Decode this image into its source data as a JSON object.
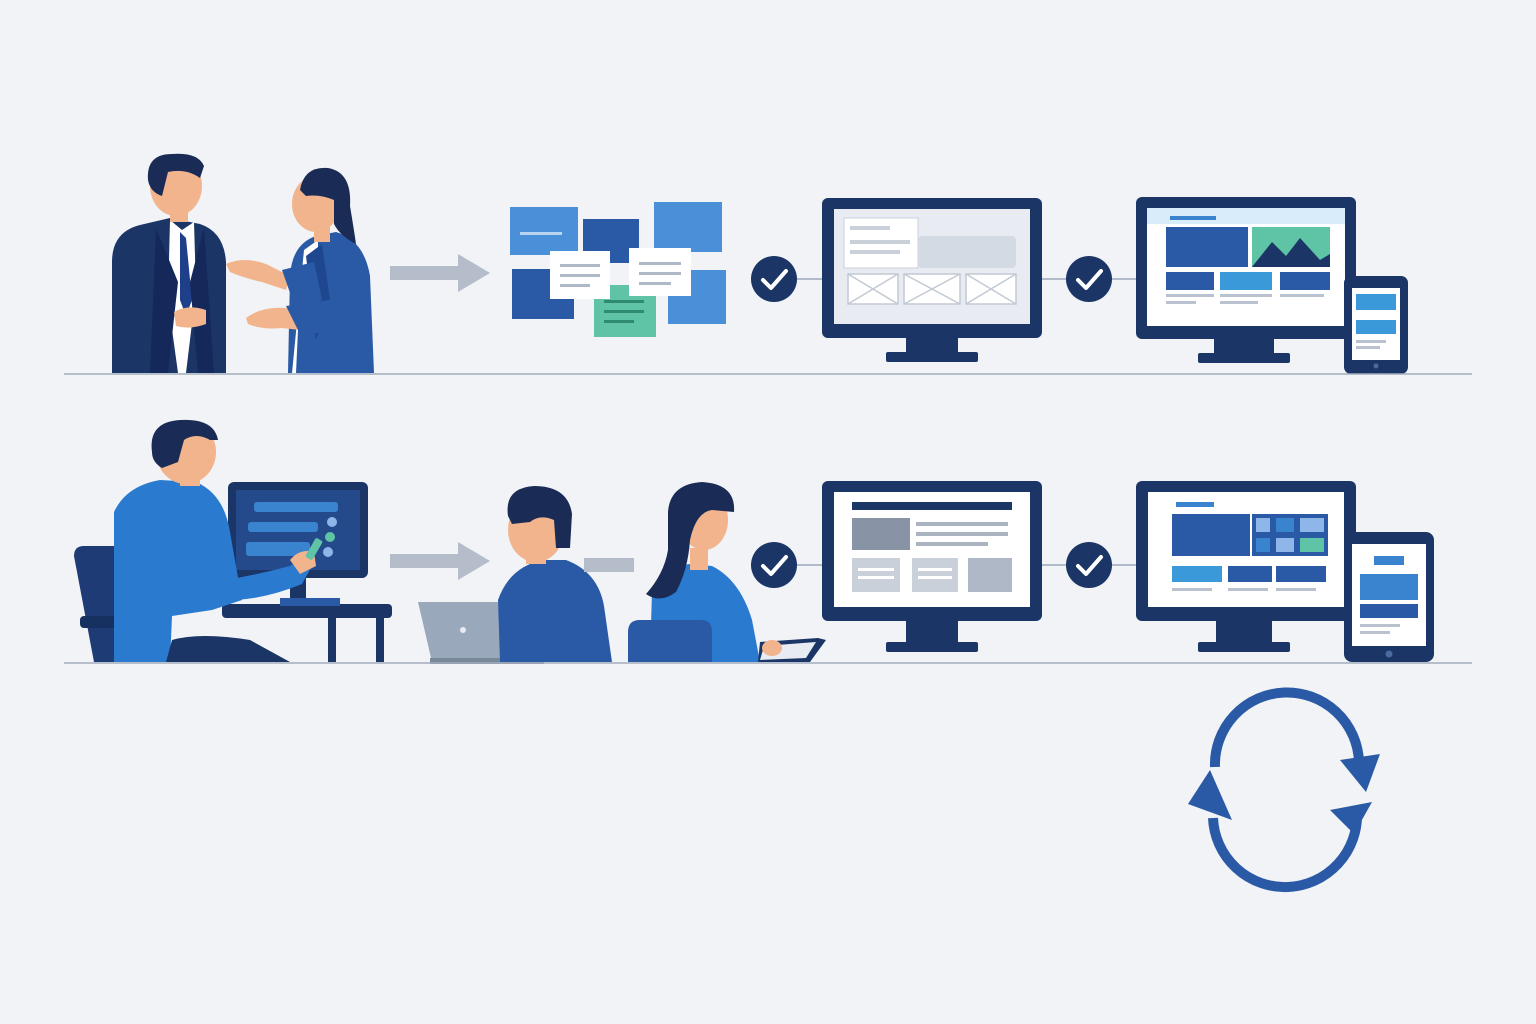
{
  "colors": {
    "background": "#f1f3f6",
    "navy": "#1b3566",
    "mid_blue": "#2a5aa6",
    "bright_blue": "#3a84cf",
    "light_blue": "#4a90d9",
    "teal": "#5fc3a6",
    "gray_arrow": "#b4bdc9",
    "skin": "#f2b48c",
    "hair": "#1a2b55",
    "screen_light": "#e8ecf2"
  },
  "icons": {
    "check": "check-circle-icon",
    "cycle": "refresh-cycle-icon",
    "arrow": "arrow-right-icon"
  },
  "rows": [
    {
      "name": "row-planning",
      "stages": [
        "people-meeting",
        "sticky-note-board",
        "wireframe-monitor",
        "final-design-devices"
      ]
    },
    {
      "name": "row-development",
      "stages": [
        "developer-at-desk",
        "team-collaboration",
        "layout-monitor",
        "responsive-devices"
      ]
    }
  ]
}
